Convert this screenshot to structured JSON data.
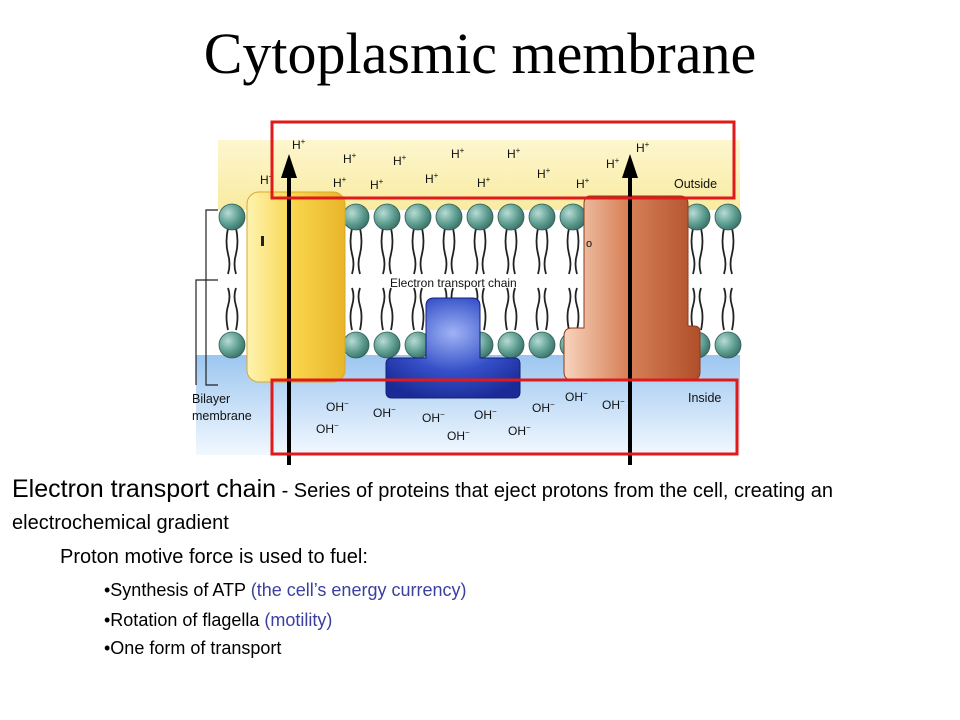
{
  "title": "Cytoplasmic membrane",
  "diagram": {
    "outside_label": "Outside",
    "inside_label": "Inside",
    "bilayer_label_1": "Bilayer",
    "bilayer_label_2": "membrane",
    "etc_label": "Electron transport chain",
    "proton": "H",
    "proton_charge": "+",
    "hydroxide": "OH",
    "hydroxide_charge": "−",
    "colors": {
      "outside_band": "#fbf0b3",
      "inside_band": "#a9cdf2",
      "highlight_box": "#e0191b",
      "yellow_protein": "#f7d34c",
      "blue_protein": "#2a3fb8",
      "brown_protein": "#c8663c",
      "lipid_head": "#5f9e92"
    }
  },
  "body": {
    "main_term": "Electron transport chain",
    "main_desc": " - Series of proteins that eject protons from the cell, creating an electrochemical gradient",
    "sub_heading": "Proton motive force is used to fuel:",
    "bullets": [
      {
        "text": "•Synthesis of ATP",
        "note": " (the cell’s energy currency)"
      },
      {
        "text": "•Rotation of flagella",
        "note": " (motility)"
      },
      {
        "text": "•One form of transport",
        "note": ""
      }
    ]
  }
}
